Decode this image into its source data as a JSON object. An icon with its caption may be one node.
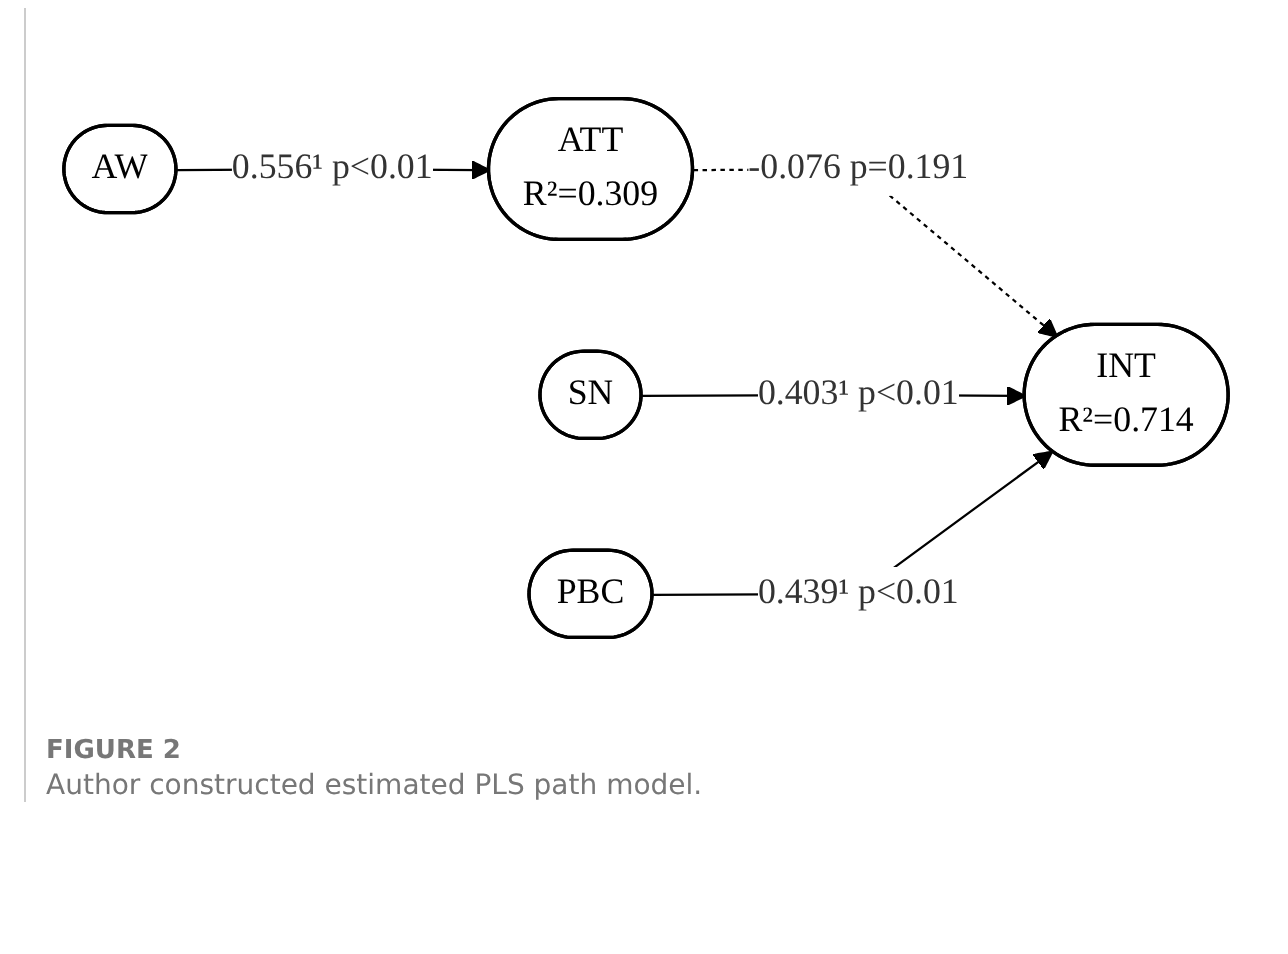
{
  "diagram": {
    "caption": "Author constructed estimated PLS path model.",
    "nodes": [
      {
        "text": [
          "AW"
        ]
      },
      {
        "text": [
          "ATT",
          "R²=0.309"
        ]
      },
      {
        "text": [
          "SN"
        ]
      },
      {
        "text": [
          "INT",
          "R²=0.714"
        ]
      },
      {
        "text": [
          "PBC"
        ]
      }
    ],
    "edges": [
      {
        "from": 0,
        "to": 1,
        "arrow": "to",
        "label": "0.556¹ p<0.01"
      },
      {
        "from": 1,
        "to": 3,
        "arrow": "to",
        "label": "-0.076 p=0.191",
        "style": "dashed"
      },
      {
        "from": 2,
        "to": 3,
        "arrow": "to",
        "label": "0.403¹ p<0.01"
      },
      {
        "from": 4,
        "to": 3,
        "arrow": "to",
        "label": "0.439¹ p<0.01"
      }
    ],
    "labels": [
      "FIGURE 2"
    ]
  }
}
